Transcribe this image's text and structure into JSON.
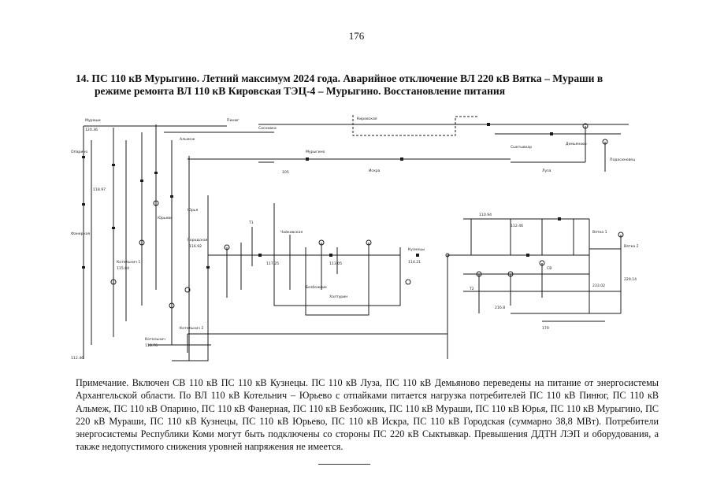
{
  "page": {
    "number": "176",
    "title_line1": "14. ПС 110 кВ Мурыгино. Летний максимум 2024 года. Аварийное отключение ВЛ 220 кВ Вятка – Мураши в",
    "title_line2": "режиме ремонта ВЛ 110 кВ Кировская ТЭЦ-4 – Мурыгино. Восстановление питания"
  },
  "diagram": {
    "labels": {
      "murashi": "Мураши",
      "kotelnich": "Котельнич",
      "kotelnich1": "Котельнич 1",
      "kotelnich2": "Котельнич 2",
      "yurevo": "Юрьево",
      "chaika": "Чайковская",
      "murygino": "Мурыгино",
      "kirov": "Кировская",
      "pinyug": "Пинюг",
      "syktyvkar": "Сыктывкар",
      "luza": "Луза",
      "vyatka1": "Вятка 1",
      "vyatka2": "Вятка 2",
      "yuria": "Юрья",
      "oparino": "Опарино",
      "podosinovets": "Подосиновец",
      "iskra": "Искра",
      "gorodskaya": "Городская",
      "bezdonnik": "Безбожник",
      "khal": "Халтурин",
      "sosnovka": "Сосновка",
      "faner": "Фанерная",
      "kuznetsy": "Кузнецы",
      "demyanovo": "Демьяново",
      "almezh": "Альмеж",
      "v120": "120.36",
      "v118a": "118.97",
      "v118b": "118.76",
      "v117": "117.25",
      "v116": "116.92",
      "v115": "115.84",
      "v114": "114.21",
      "v113": "113.05",
      "v112": "112.46",
      "v110": "110.94",
      "v233": "233.02",
      "v229": "229.14",
      "v216": "216.8",
      "v105": "105",
      "v179": "179",
      "vT1": "Т1",
      "vT2": "Т2",
      "vSV": "СВ"
    }
  },
  "note": {
    "text": "Примечание. Включен СВ 110 кВ ПС 110 кВ Кузнецы. ПС 110 кВ Луза, ПС 110 кВ Демьяново переведены на питание от энергосистемы Архангельской области. По ВЛ 110 кВ Котельнич – Юрьево с отпайками питается нагрузка потребителей ПС 110 кВ Пинюг, ПС 110 кВ Альмеж, ПС 110 кВ Опарино, ПС 110 кВ Фанерная, ПС 110 кВ Безбожник, ПС 110 кВ Мураши, ПС 110 кВ Юрья, ПС 110 кВ Мурыгино, ПС 220 кВ Мураши, ПС 110 кВ Кузнецы, ПС 110 кВ Юрьево, ПС 110 кВ Искра, ПС 110 кВ Городская (суммарно 38,8 МВт). Потребители энергосистемы Республики Коми могут быть подключены со стороны ПС 220 кВ Сыктывкар. Превышения ДДТН ЛЭП и оборудования, а также недопустимого снижения уровней напряжения не имеется."
  }
}
